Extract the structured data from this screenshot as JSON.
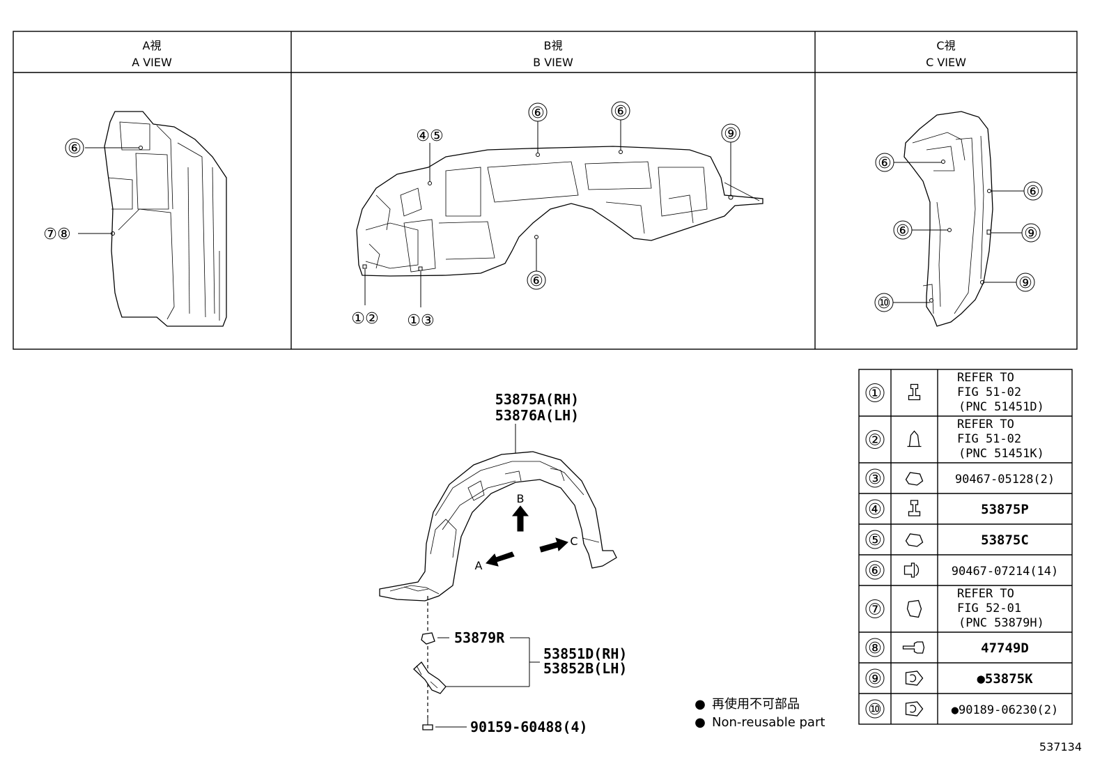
{
  "views": [
    {
      "jp": "A視",
      "en": "A VIEW"
    },
    {
      "jp": "B視",
      "en": "B VIEW"
    },
    {
      "jp": "C視",
      "en": "C VIEW"
    }
  ],
  "view_a_callouts": [
    "⑥",
    "⑦⑧"
  ],
  "view_b_callouts": [
    "④⑤",
    "⑥",
    "⑥",
    "⑨",
    "⑥",
    "①②",
    "①③"
  ],
  "view_c_callouts": [
    "⑥",
    "⑥",
    "⑥",
    "⑨",
    "⑨",
    "⑩"
  ],
  "main_parts": {
    "liner_rh": "53875A(RH)",
    "liner_lh": "53876A(LH)",
    "clip": "53879R",
    "seal_rh": "53851D(RH)",
    "seal_lh": "53852B(LH)",
    "screw": "90159-60488(4)",
    "arrow_a": "A",
    "arrow_b": "B",
    "arrow_c": "C"
  },
  "legend": {
    "bullet": "●",
    "jp": "再使用不可部品",
    "en": "Non-reusable part"
  },
  "figure_id": "537134",
  "fastener_table": [
    {
      "num": "①",
      "icon": "bolt-icon",
      "lines": [
        "REFER TO",
        "FIG 51-02",
        "(PNC 51451D)"
      ]
    },
    {
      "num": "②",
      "icon": "clip-nut-icon",
      "lines": [
        "REFER TO",
        "FIG 51-02",
        "(PNC 51451K)"
      ]
    },
    {
      "num": "③",
      "icon": "clip-icon",
      "lines": [
        "90467-05128(2)"
      ]
    },
    {
      "num": "④",
      "icon": "bolt-icon",
      "lines": [
        "53875P"
      ]
    },
    {
      "num": "⑤",
      "icon": "clip-icon",
      "lines": [
        "53875C"
      ]
    },
    {
      "num": "⑥",
      "icon": "push-clip-icon",
      "lines": [
        "90467-07214(14)"
      ]
    },
    {
      "num": "⑦",
      "icon": "retainer-icon",
      "lines": [
        "REFER TO",
        "FIG 52-01",
        "(PNC 53879H)"
      ]
    },
    {
      "num": "⑧",
      "icon": "screw-icon",
      "lines": [
        "47749D"
      ]
    },
    {
      "num": "⑨",
      "icon": "grommet-icon",
      "lines": [
        "●53875K"
      ]
    },
    {
      "num": "⑩",
      "icon": "grommet-icon",
      "lines": [
        "●90189-06230(2)"
      ]
    }
  ]
}
